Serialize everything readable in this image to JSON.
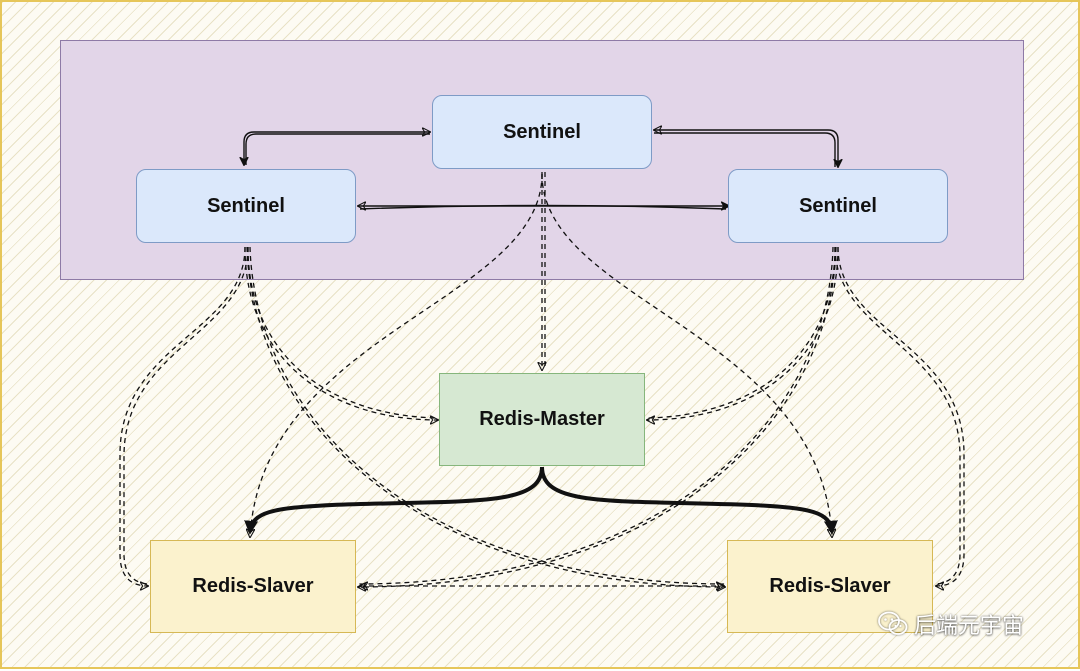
{
  "nodes": {
    "sentinel_top": "Sentinel",
    "sentinel_left": "Sentinel",
    "sentinel_right": "Sentinel",
    "master": "Redis-Master",
    "slaver_left": "Redis-Slaver",
    "slaver_right": "Redis-Slaver"
  },
  "watermark": {
    "text": "后端元宇宙",
    "icon": "wechat-icon"
  },
  "colors": {
    "sentinel_fill": "#dbe8fb",
    "master_fill": "#d6e8d2",
    "slaver_fill": "#fbf2cd",
    "cluster_fill": "#e2d5e8"
  }
}
